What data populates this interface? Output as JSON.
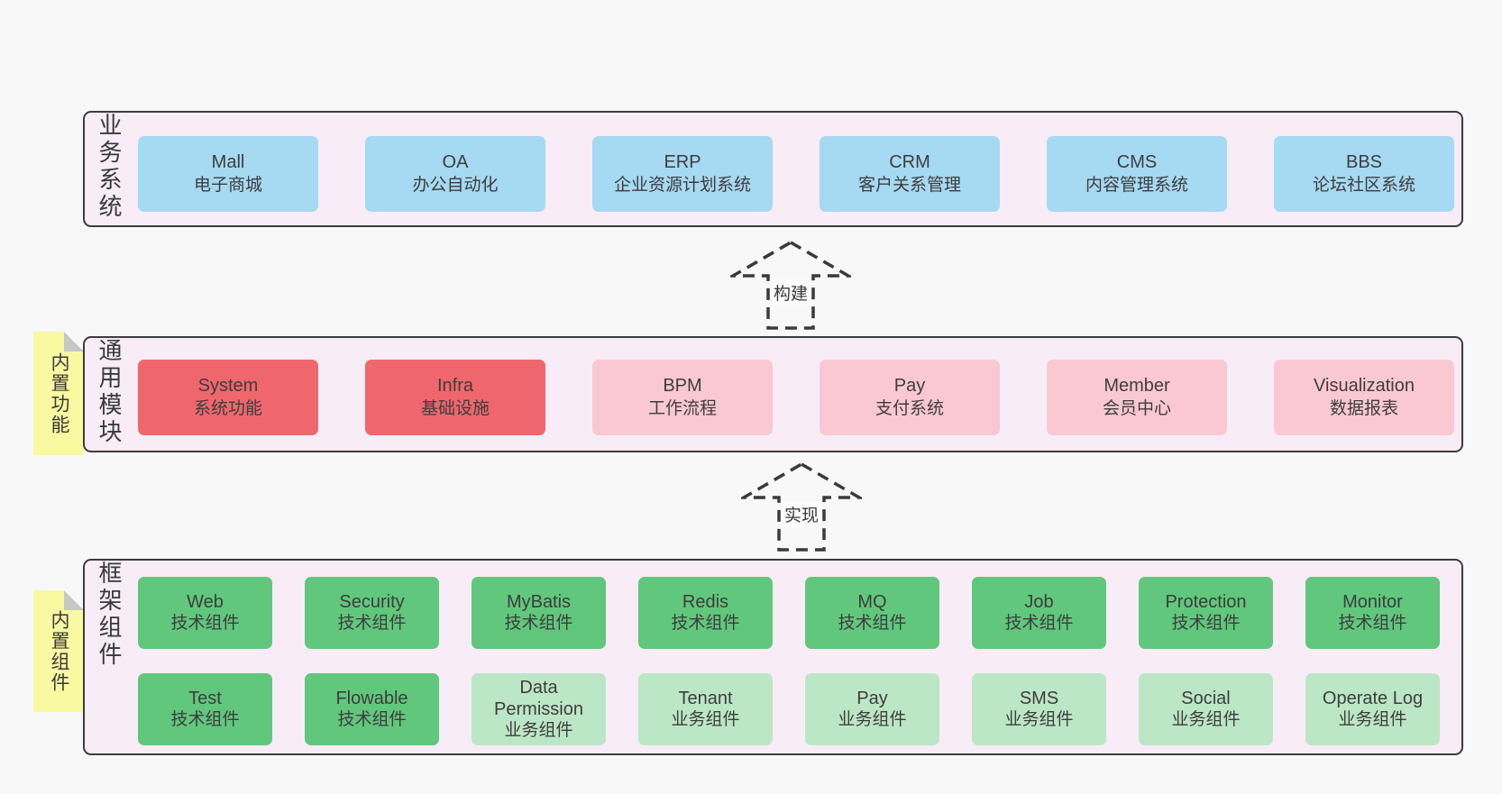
{
  "colors": {
    "page_bg": "#f8f8f8",
    "band_bg": "#f8edf6",
    "band_border": "#3c3c3c",
    "box_text": "#3d3d3d",
    "blue": "#a6d9f2",
    "red": "#ef676d",
    "pink": "#fac8d2",
    "green": "#61c77c",
    "green_light": "#bce7c6",
    "sticky": "#f9f9a2",
    "sticky_fold": "#c7c7c7",
    "arrow": "#3a3a3a",
    "label_bg": "#fcfcfc"
  },
  "bands": {
    "business": {
      "label": "业务系统",
      "boxes": [
        {
          "title": "Mall",
          "subtitle": "电子商城",
          "color": "blue"
        },
        {
          "title": "OA",
          "subtitle": "办公自动化",
          "color": "blue"
        },
        {
          "title": "ERP",
          "subtitle": "企业资源计划系统",
          "color": "blue"
        },
        {
          "title": "CRM",
          "subtitle": "客户关系管理",
          "color": "blue"
        },
        {
          "title": "CMS",
          "subtitle": "内容管理系统",
          "color": "blue"
        },
        {
          "title": "BBS",
          "subtitle": "论坛社区系统",
          "color": "blue"
        }
      ]
    },
    "modules": {
      "label": "通用模块",
      "sticky": "内置功能",
      "boxes": [
        {
          "title": "System",
          "subtitle": "系统功能",
          "color": "red"
        },
        {
          "title": "Infra",
          "subtitle": "基础设施",
          "color": "red"
        },
        {
          "title": "BPM",
          "subtitle": "工作流程",
          "color": "pink"
        },
        {
          "title": "Pay",
          "subtitle": "支付系统",
          "color": "pink"
        },
        {
          "title": "Member",
          "subtitle": "会员中心",
          "color": "pink"
        },
        {
          "title": "Visualization",
          "subtitle": "数据报表",
          "color": "pink"
        }
      ]
    },
    "components": {
      "label": "框架组件",
      "sticky": "内置组件",
      "row1": [
        {
          "title": "Web",
          "subtitle": "技术组件",
          "color": "green"
        },
        {
          "title": "Security",
          "subtitle": "技术组件",
          "color": "green"
        },
        {
          "title": "MyBatis",
          "subtitle": "技术组件",
          "color": "green"
        },
        {
          "title": "Redis",
          "subtitle": "技术组件",
          "color": "green"
        },
        {
          "title": "MQ",
          "subtitle": "技术组件",
          "color": "green"
        },
        {
          "title": "Job",
          "subtitle": "技术组件",
          "color": "green"
        },
        {
          "title": "Protection",
          "subtitle": "技术组件",
          "color": "green"
        },
        {
          "title": "Monitor",
          "subtitle": "技术组件",
          "color": "green"
        }
      ],
      "row2": [
        {
          "title": "Test",
          "subtitle": "技术组件",
          "color": "green"
        },
        {
          "title": "Flowable",
          "subtitle": "技术组件",
          "color": "green"
        },
        {
          "title": "Data Permission",
          "subtitle": "业务组件",
          "color": "green_light"
        },
        {
          "title": "Tenant",
          "subtitle": "业务组件",
          "color": "green_light"
        },
        {
          "title": "Pay",
          "subtitle": "业务组件",
          "color": "green_light"
        },
        {
          "title": "SMS",
          "subtitle": "业务组件",
          "color": "green_light"
        },
        {
          "title": "Social",
          "subtitle": "业务组件",
          "color": "green_light"
        },
        {
          "title": "Operate Log",
          "subtitle": "业务组件",
          "color": "green_light"
        }
      ]
    }
  },
  "arrows": {
    "build": {
      "label": "构建"
    },
    "implement": {
      "label": "实现"
    }
  }
}
